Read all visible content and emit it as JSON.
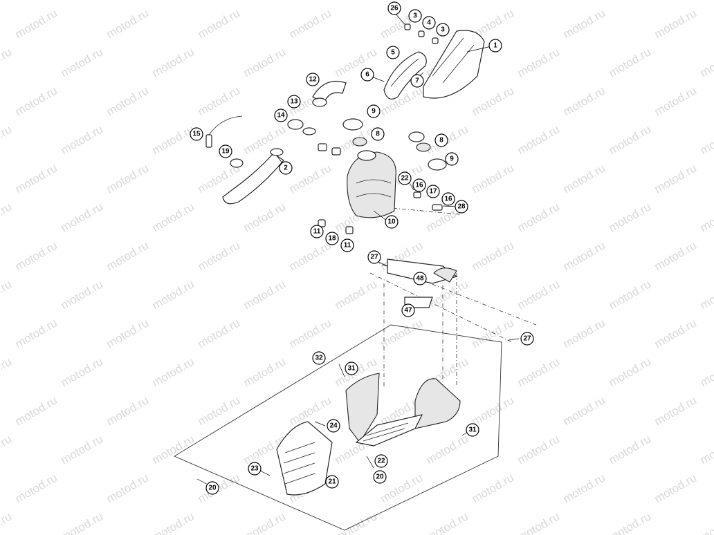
{
  "watermark": {
    "text": "motod.ru"
  },
  "callouts": [
    {
      "label": "26"
    },
    {
      "label": "3"
    },
    {
      "label": "4"
    },
    {
      "label": "3"
    },
    {
      "label": "1"
    },
    {
      "label": "5"
    },
    {
      "label": "6"
    },
    {
      "label": "7"
    },
    {
      "label": "12"
    },
    {
      "label": "13"
    },
    {
      "label": "14"
    },
    {
      "label": "9"
    },
    {
      "label": "8"
    },
    {
      "label": "15"
    },
    {
      "label": "19"
    },
    {
      "label": "2"
    },
    {
      "label": "8"
    },
    {
      "label": "9"
    },
    {
      "label": "22"
    },
    {
      "label": "16"
    },
    {
      "label": "17"
    },
    {
      "label": "16"
    },
    {
      "label": "28"
    },
    {
      "label": "10"
    },
    {
      "label": "11"
    },
    {
      "label": "18"
    },
    {
      "label": "11"
    },
    {
      "label": "27"
    },
    {
      "label": "48"
    },
    {
      "label": "47"
    },
    {
      "label": "27"
    },
    {
      "label": "32"
    },
    {
      "label": "31"
    },
    {
      "label": "24"
    },
    {
      "label": "31"
    },
    {
      "label": "23"
    },
    {
      "label": "22"
    },
    {
      "label": "20"
    },
    {
      "label": "21"
    },
    {
      "label": "20"
    }
  ]
}
